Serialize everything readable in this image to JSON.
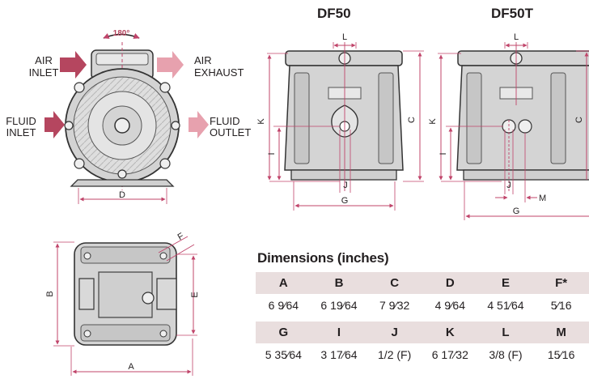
{
  "models": {
    "df50": "DF50",
    "df50t": "DF50T"
  },
  "front_view": {
    "rotation": "180°",
    "air_inlet": [
      "AIR",
      "INLET"
    ],
    "air_exhaust": [
      "AIR",
      "EXHAUST"
    ],
    "fluid_inlet": [
      "FLUID",
      "INLET"
    ],
    "fluid_outlet": [
      "FLUID",
      "OUTLET"
    ],
    "dim_d": "D"
  },
  "side_view_df50": {
    "L": "L",
    "K": "K",
    "C": "C",
    "I": "I",
    "J": "J",
    "G": "G"
  },
  "side_view_df50t": {
    "L": "L",
    "K": "K",
    "C": "C",
    "I": "I",
    "J": "J",
    "M": "M",
    "G": "G"
  },
  "top_view": {
    "A": "A",
    "B": "B",
    "E": "E",
    "F": "F"
  },
  "dimensions": {
    "title": "Dimensions (inches)",
    "row1_headers": [
      "A",
      "B",
      "C",
      "D",
      "E",
      "F*"
    ],
    "row1_values": [
      "6 9⁄64",
      "6 19⁄64",
      "7 9⁄32",
      "4 9⁄64",
      "4 51⁄64",
      "5⁄16"
    ],
    "row2_headers": [
      "G",
      "I",
      "J",
      "K",
      "L",
      "M"
    ],
    "row2_values": [
      "5 35⁄64",
      "3 17⁄64",
      "1/2 (F)",
      "6 17⁄32",
      "3/8 (F)",
      "15⁄16"
    ]
  },
  "colors": {
    "arrow": "#b5465f",
    "arrow_outlet": "#e7a1ae",
    "body": "#d9d9d9",
    "dim_line": "#c0446a",
    "table_header": "#e9dede"
  }
}
